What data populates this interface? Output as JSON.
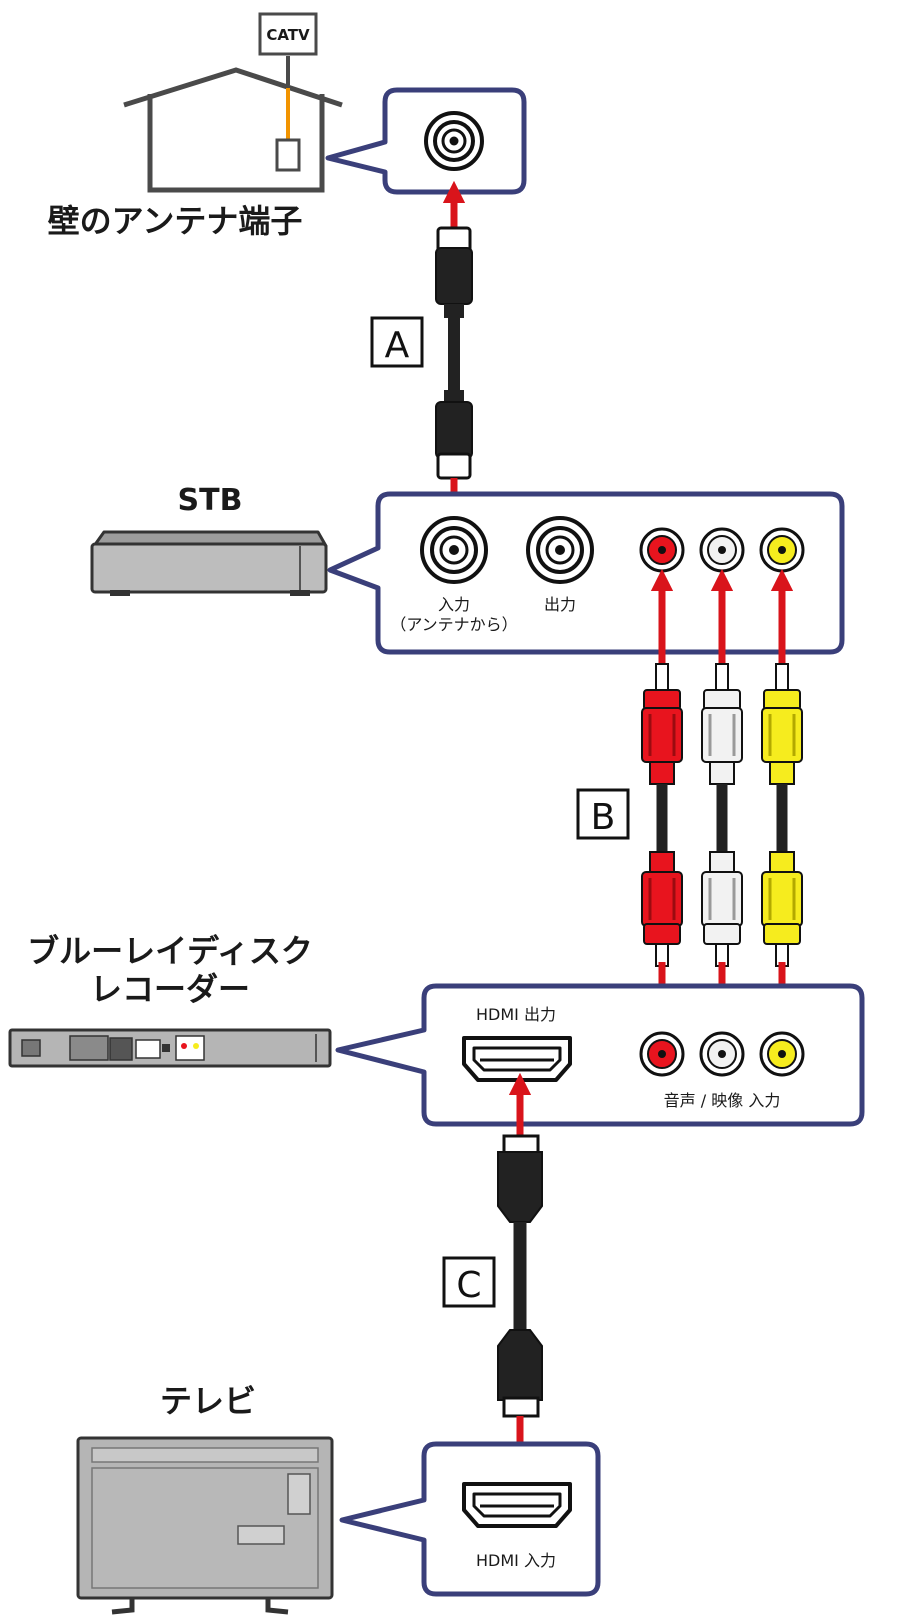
{
  "labels": {
    "catv": "CATV",
    "wall_terminal": "壁のアンテナ端子",
    "stb": "STB",
    "bd_line1": "ブルーレイディスク",
    "bd_line2": "レコーダー",
    "tv": "テレビ",
    "stb_input_line1": "入力",
    "stb_input_line2": "（アンテナから）",
    "stb_output": "出力",
    "hdmi_out": "HDMI 出力",
    "av_in": "音声 / 映像 入力",
    "hdmi_in": "HDMI 入力"
  },
  "cables": {
    "a": "A",
    "b": "B",
    "c": "C"
  },
  "colors": {
    "callout_border": "#3a3f7a",
    "arrow": "#d9141b",
    "rca_red": "#e8141e",
    "rca_white": "#f2f2f2",
    "rca_yellow": "#f6ec1e",
    "cable_black": "#222222",
    "device_gray": "#b5b5b5",
    "antenna_wire": "#f29400"
  },
  "rca_order": [
    "red",
    "white",
    "yellow"
  ]
}
